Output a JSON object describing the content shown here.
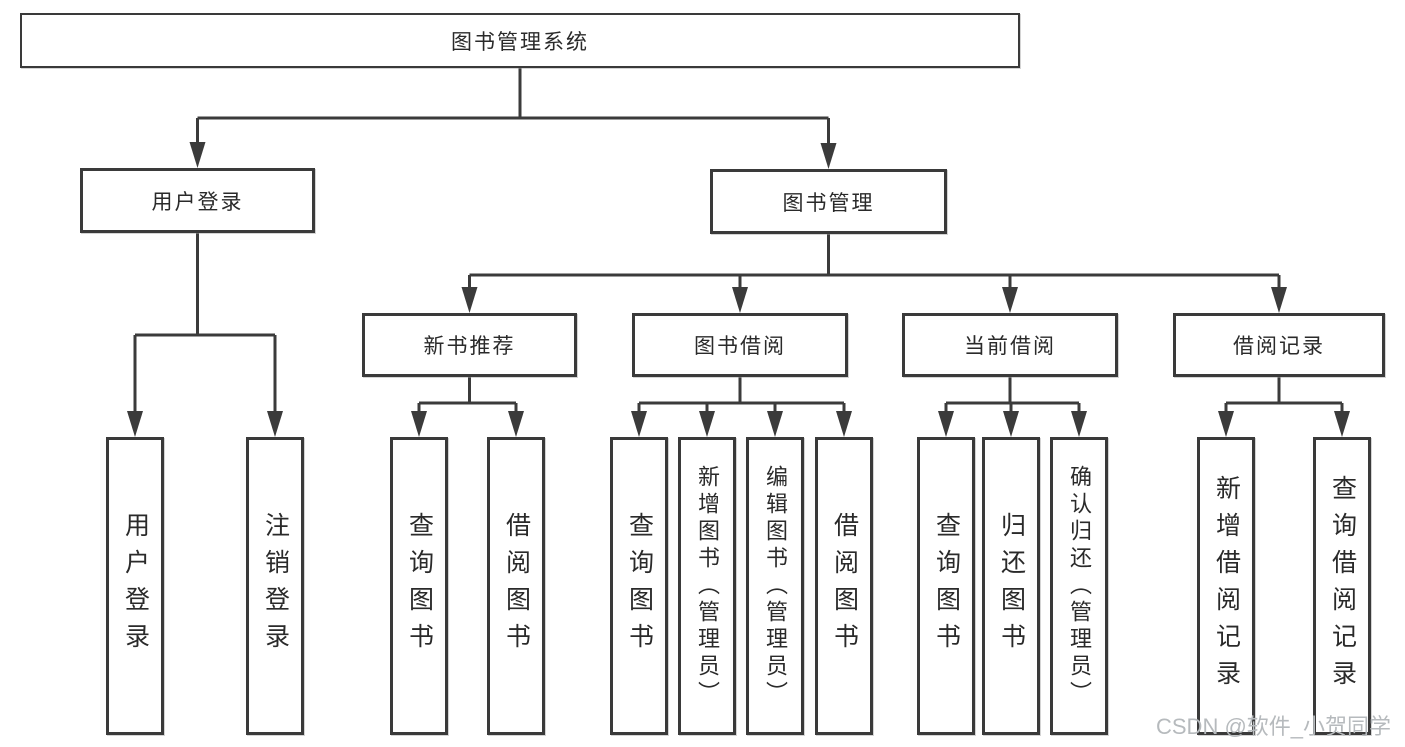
{
  "tree": {
    "root": {
      "label": "图书管理系统",
      "children": [
        {
          "label": "用户登录",
          "children": [
            {
              "label": "用户登录"
            },
            {
              "label": "注销登录"
            }
          ]
        },
        {
          "label": "图书管理",
          "children": [
            {
              "label": "新书推荐",
              "children": [
                {
                  "label": "查询图书"
                },
                {
                  "label": "借阅图书"
                }
              ]
            },
            {
              "label": "图书借阅",
              "children": [
                {
                  "label": "查询图书"
                },
                {
                  "label": "新增图书（管理员）"
                },
                {
                  "label": "编辑图书（管理员）"
                },
                {
                  "label": "借阅图书"
                }
              ]
            },
            {
              "label": "当前借阅",
              "children": [
                {
                  "label": "查询图书"
                },
                {
                  "label": "归还图书"
                },
                {
                  "label": "确认归还（管理员）"
                }
              ]
            },
            {
              "label": "借阅记录",
              "children": [
                {
                  "label": "新增借阅记录"
                },
                {
                  "label": "查询借阅记录"
                }
              ]
            }
          ]
        }
      ]
    }
  },
  "watermark": {
    "text": "CSDN @软件_小贺同学"
  },
  "colors": {
    "line": "#3b3b3b",
    "box_border": "#3a3a3a",
    "text": "#2a2a2a",
    "watermark": "#b6babd",
    "background": "#ffffff"
  }
}
